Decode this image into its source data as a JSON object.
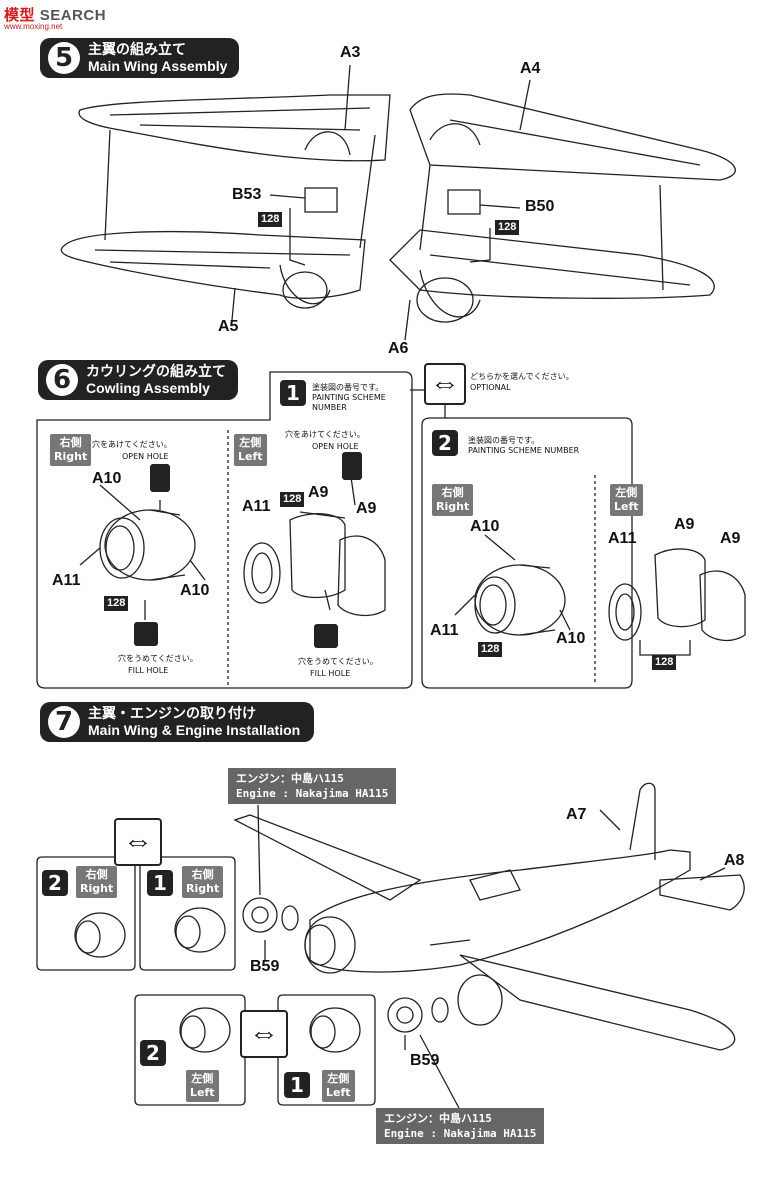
{
  "watermark": {
    "brand_a": "模型",
    "brand_b": "SEARCH",
    "url": "www.moxing.net"
  },
  "step5": {
    "num": "5",
    "jp": "主翼の組み立て",
    "en": "Main Wing Assembly",
    "parts": {
      "a3": "A3",
      "a4": "A4",
      "a5": "A5",
      "a6": "A6",
      "b53": "B53",
      "b50": "B50",
      "p128a": "128",
      "p128b": "128"
    }
  },
  "step6": {
    "num": "6",
    "jp": "カウリングの組み立て",
    "en": "Cowling Assembly",
    "optional_jp": "どちらかを選んでください。",
    "optional_en": "OPTIONAL",
    "scheme1": {
      "num": "1",
      "jp": "塗装図の番号です。",
      "en1": "PAINTING SCHEME",
      "en2": "NUMBER"
    },
    "scheme2": {
      "num": "2",
      "jp": "塗装図の番号です。",
      "en": "PAINTING SCHEME NUMBER"
    },
    "right_jp": "右側",
    "right_en": "Right",
    "left_jp": "左側",
    "left_en": "Left",
    "open_jp": "穴をあけてください。",
    "open_en": "OPEN HOLE",
    "fill_jp": "穴をうめてください。",
    "fill_en": "FILL HOLE",
    "parts": {
      "a10": "A10",
      "a11": "A11",
      "a9": "A9",
      "p128": "128"
    }
  },
  "step7": {
    "num": "7",
    "jp": "主翼・エンジンの取り付け",
    "en": "Main Wing & Engine Installation",
    "engine_jp": "エンジン：中島ハ115",
    "engine_en": "Engine : Nakajima HA115",
    "parts": {
      "a7": "A7",
      "a8": "A8",
      "b59": "B59"
    },
    "right_jp": "右側",
    "right_en": "Right",
    "left_jp": "左側",
    "left_en": "Left",
    "n1": "1",
    "n2": "2"
  }
}
